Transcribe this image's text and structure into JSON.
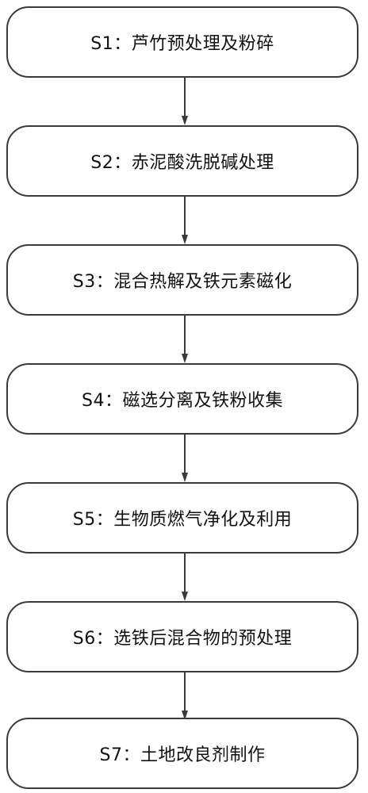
{
  "flowchart": {
    "steps": [
      {
        "id": "S1",
        "label": "S1：芦竹预处理及粉碎"
      },
      {
        "id": "S2",
        "label": "S2：赤泥酸洗脱碱处理"
      },
      {
        "id": "S3",
        "label": "S3：混合热解及铁元素磁化"
      },
      {
        "id": "S4",
        "label": "S4：磁选分离及铁粉收集"
      },
      {
        "id": "S5",
        "label": "S5：生物质燃气净化及利用"
      },
      {
        "id": "S6",
        "label": "S6：选铁后混合物的预处理"
      },
      {
        "id": "S7",
        "label": "S7：土地改良剂制作"
      }
    ]
  },
  "colors": {
    "border": "#3a3a3a",
    "text": "#111111",
    "arrow": "#3a3a3a",
    "background": "#ffffff"
  }
}
